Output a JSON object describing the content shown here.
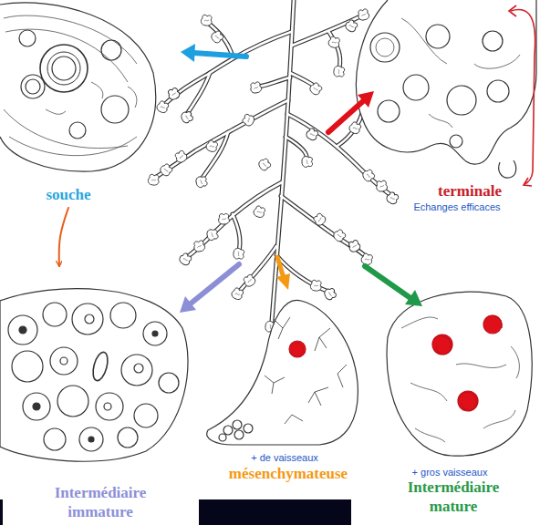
{
  "diagram": {
    "nodes": [
      {
        "text": [
          "souche"
        ]
      },
      {
        "text": [
          "terminale",
          "Echanges efficaces"
        ]
      },
      {
        "text": [
          "Intermédiaire immature"
        ]
      },
      {
        "text": [
          "+ de vaisseaux",
          "mésenchymateuse"
        ]
      },
      {
        "text": [
          "+ gros vaisseaux",
          "Intermédiaire mature"
        ]
      }
    ],
    "edges": [
      {
        "from": 0,
        "to": 2,
        "arrow": "to"
      }
    ]
  }
}
